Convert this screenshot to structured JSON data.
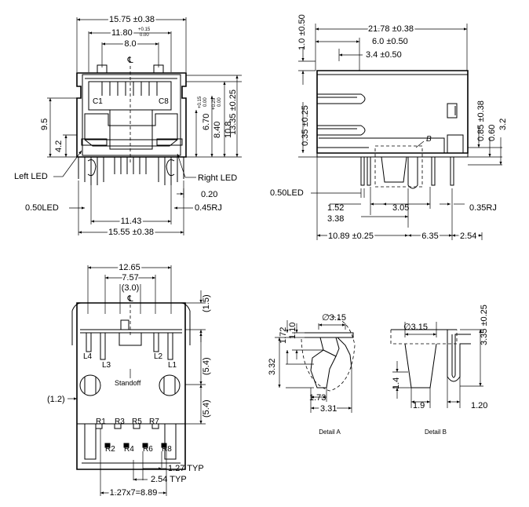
{
  "front_view": {
    "width_top": "15.75 ±0.38",
    "width_11_80": "11.80",
    "tol_11_80_plus": "+0.15",
    "tol_11_80_minus": "0.00",
    "width_8_0": "8.0",
    "centerline": "℄",
    "c1": "C1",
    "c8": "C8",
    "h_9_5": "9.5",
    "h_4_2": "4.2",
    "h_6_70": "6.70",
    "tol_6_70_plus": "+0.15",
    "tol_6_70_minus": "0.00",
    "h_8_40": "8.40",
    "tol_8_40_plus": "+0.25",
    "tol_8_40_minus": "0.00",
    "h_10_8": "10.8",
    "h_13_35": "13.35 ±0.25",
    "left_led": "Left LED",
    "right_led": "Right LED",
    "d_0_20": "0.20",
    "d_050led": "0.50LED",
    "d_045rj": "0.45RJ",
    "w_11_43": "11.43",
    "w_bottom": "15.55 ±0.38"
  },
  "side_view": {
    "h_1_0": "1.0 ±0.50",
    "w_21_78": "21.78 ±0.38",
    "w_6_0": "6.0 ±0.50",
    "w_3_4": "3.4 ±0.50",
    "h_0_35": "0.35 ±0.25",
    "b_label": "B",
    "h_0_85": "0.85 ±0.38",
    "h_0_60": "0.60",
    "h_3_2": "3.2",
    "d_050led": "0.50LED",
    "d_1_52": "1.52",
    "d_3_05": "3.05",
    "d_035rj": "0.35RJ",
    "d_3_38": "3.38",
    "d_10_89": "10.89 ±0.25",
    "d_6_35": "6.35",
    "d_2_54": "2.54"
  },
  "bottom_view": {
    "w_12_65": "12.65",
    "w_7_57": "7.57",
    "w_3_0": "(3.0)",
    "centerline": "℄",
    "h_1_5": "(1.5)",
    "l4": "L4",
    "l3": "L3",
    "l2": "L2",
    "l1": "L1",
    "h_5_4a": "(5.4)",
    "standoff": "Standoff",
    "d_1_2": "(1.2)",
    "h_5_4b": "(5.4)",
    "r1": "R1",
    "r3": "R3",
    "r5": "R5",
    "r7": "R7",
    "r2": "R2",
    "r4": "R4",
    "r6": "R6",
    "r8": "R8",
    "p_1_27": "1.27 TYP",
    "p_2_54": "2.54 TYP",
    "p_total": "1.27x7=8.89"
  },
  "detail_a": {
    "dia": "∅3.15",
    "h_1_72": "1.72",
    "h_1_10": "1.10",
    "h_3_32": "3.32",
    "w_1_73": "1.73",
    "w_3_31": "3.31",
    "caption": "Detail A"
  },
  "detail_b": {
    "dia": "∅3.15",
    "h_3_35": "3.35 ±0.25",
    "h_1_4": "1.4",
    "w_1_9": "1.9",
    "w_1_20": "1.20",
    "caption": "Detail B"
  }
}
